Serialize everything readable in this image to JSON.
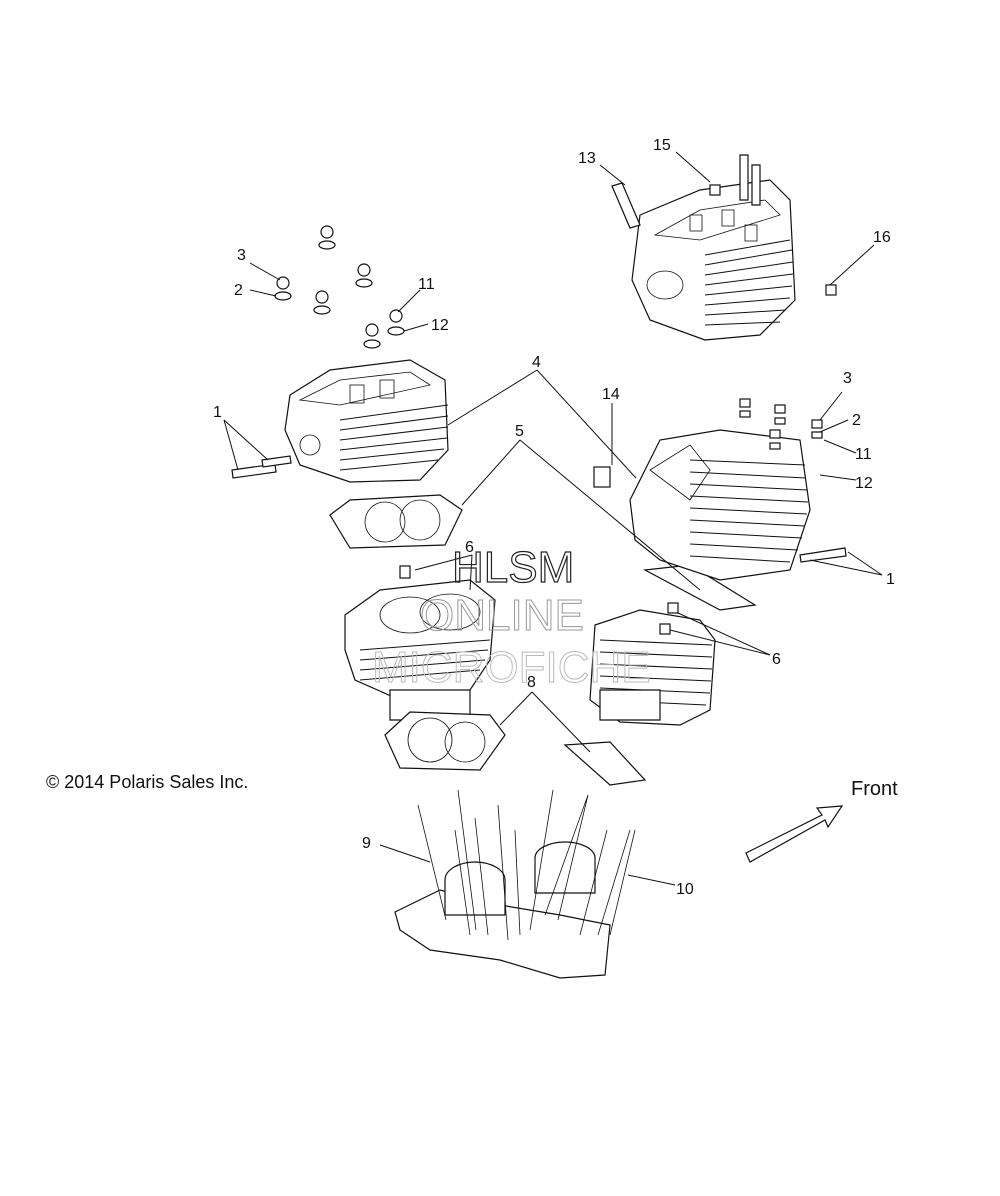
{
  "callouts": {
    "c13": "13",
    "c15": "15",
    "c16": "16",
    "c3a": "3",
    "c2a": "2",
    "c11a": "11",
    "c12a": "12",
    "c1a": "1",
    "c4": "4",
    "c14": "14",
    "c5": "5",
    "c3b": "3",
    "c2b": "2",
    "c11b": "11",
    "c12b": "12",
    "c1b": "1",
    "c6a": "6",
    "c6b": "6",
    "c8": "8",
    "c9": "9",
    "c10": "10"
  },
  "copyright": "© 2014 Polaris Sales Inc.",
  "front_label": "Front",
  "watermark": {
    "line1": "HLSM",
    "line2": "ONLINE",
    "line3": "MICROFICHE"
  },
  "icons": [
    "front-arrow-icon"
  ]
}
